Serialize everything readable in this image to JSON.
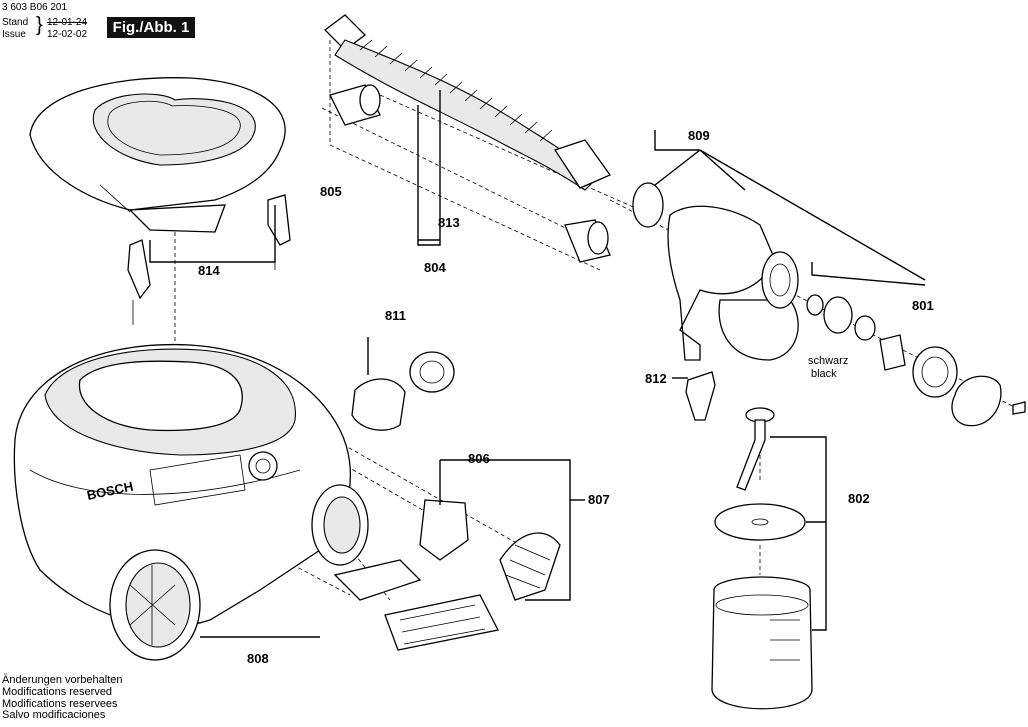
{
  "header": {
    "doc_number": "3 603 B06 201",
    "stand_label": "Stand",
    "issue_label": "Issue",
    "stand_date_struck": "12-01-24",
    "issue_date": "12-02-02",
    "figure_label": "Fig./Abb. 1"
  },
  "callouts": {
    "c801": "801",
    "c802": "802",
    "c804": "804",
    "c805": "805",
    "c806": "806",
    "c807": "807",
    "c808": "808",
    "c809": "809",
    "c811": "811",
    "c812": "812",
    "c813": "813",
    "c814": "814"
  },
  "color_note": {
    "de": "schwarz",
    "en": "black"
  },
  "brand_mark": "BOSCH",
  "footer": {
    "line1": "Änderungen vorbehalten",
    "line2": "Modifications reserved",
    "line3": "Modifications reservees",
    "line4": "Salvo modificaciones"
  }
}
